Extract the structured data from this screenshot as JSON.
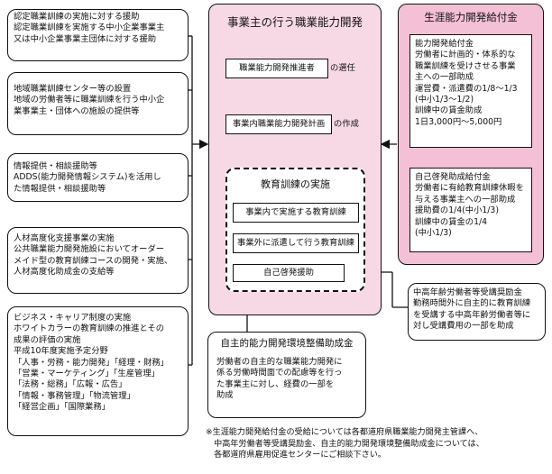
{
  "left_boxes": [
    "認定職業訓練の実施に対する援助\n認定職業訓練を実施する中小企業事業主\n又は中小企業事業主団体に対する援助",
    "地域職業訓練センター等の設置\n地域の労働者等に職業訓練を行う中小企\n業事業主・団体への施設の提供等",
    "情報提供・相談援助等\nADDS(能力開発情報システム)を活用し\nた情報提供・相談援助等",
    "人材高度化支援事業の実施\n公共職業能力開発施設においてオーダー\nメイド型の教育訓練コースの開発・実施、\n人材高度化助成金の支給等",
    "ビジネス・キャリア制度の実施\nホワイトカラーの教育訓練の推進とその\n成果の評価の実施\n平成10年度実施予定分野\n「人事・労務・能力開発」「経理・財務」\n「営業・マーケティング」「生産管理」\n「法務・総務」「広報・広告」\n「情報・事務管理」「物流管理」\n「経営企画」「国際業務」"
  ],
  "center": {
    "title": "事業主の行う職業能力開発",
    "step1": "職業能力開発推進者",
    "step1_suffix": "の選任",
    "step2": "事業内職業能力開発計画",
    "step2_suffix": "の作成",
    "training_title": "教育訓練の実施",
    "training_items": [
      "事業内で実施する教育訓練",
      "事業外に派遣して行う教育訓練",
      "自己啓発援助"
    ]
  },
  "bottom_center": {
    "title": "自主的能力開発環境整備助成金",
    "body": "労働者の自主的な職業能力開発に\n係る労働時間面での配慮等を行っ\nた事業主に対し、経費の一部を\n助成"
  },
  "right": {
    "title": "生涯能力開発給付金",
    "box1": "能力開発給付金\n労働者に計画的・体系的な\n職業訓練を受けさせる事業\n主への一部助成\n  運営費・派遣費の1/8～1/3\n                  (中小1/3～1/2)\n  訓練中の賃金助成\n    1日3,000円～5,000円",
    "box2": "自己啓発助成給付金\n労働者に有給教育訓練休暇を\n与える事業主への一部助成\n援助費の1/4(中小1/3)\n訓練中の賃金の1/4\n                    (中小1/3)"
  },
  "right_bottom": "中高年齢労働者等受講奨励金\n勤務時間外に自主的に教育訓練\nを受講する中高年齢労働者等に\n対し受講費用の一部を助成",
  "footnote": "※生涯能力開発給付金の受給については各都道府県職業能力開発主管課へ、\n　中高年労働者等受講奨励金、自主的能力開発環境整備助成金については、\n　各都道府県雇用促進センターにご相談下さい。"
}
